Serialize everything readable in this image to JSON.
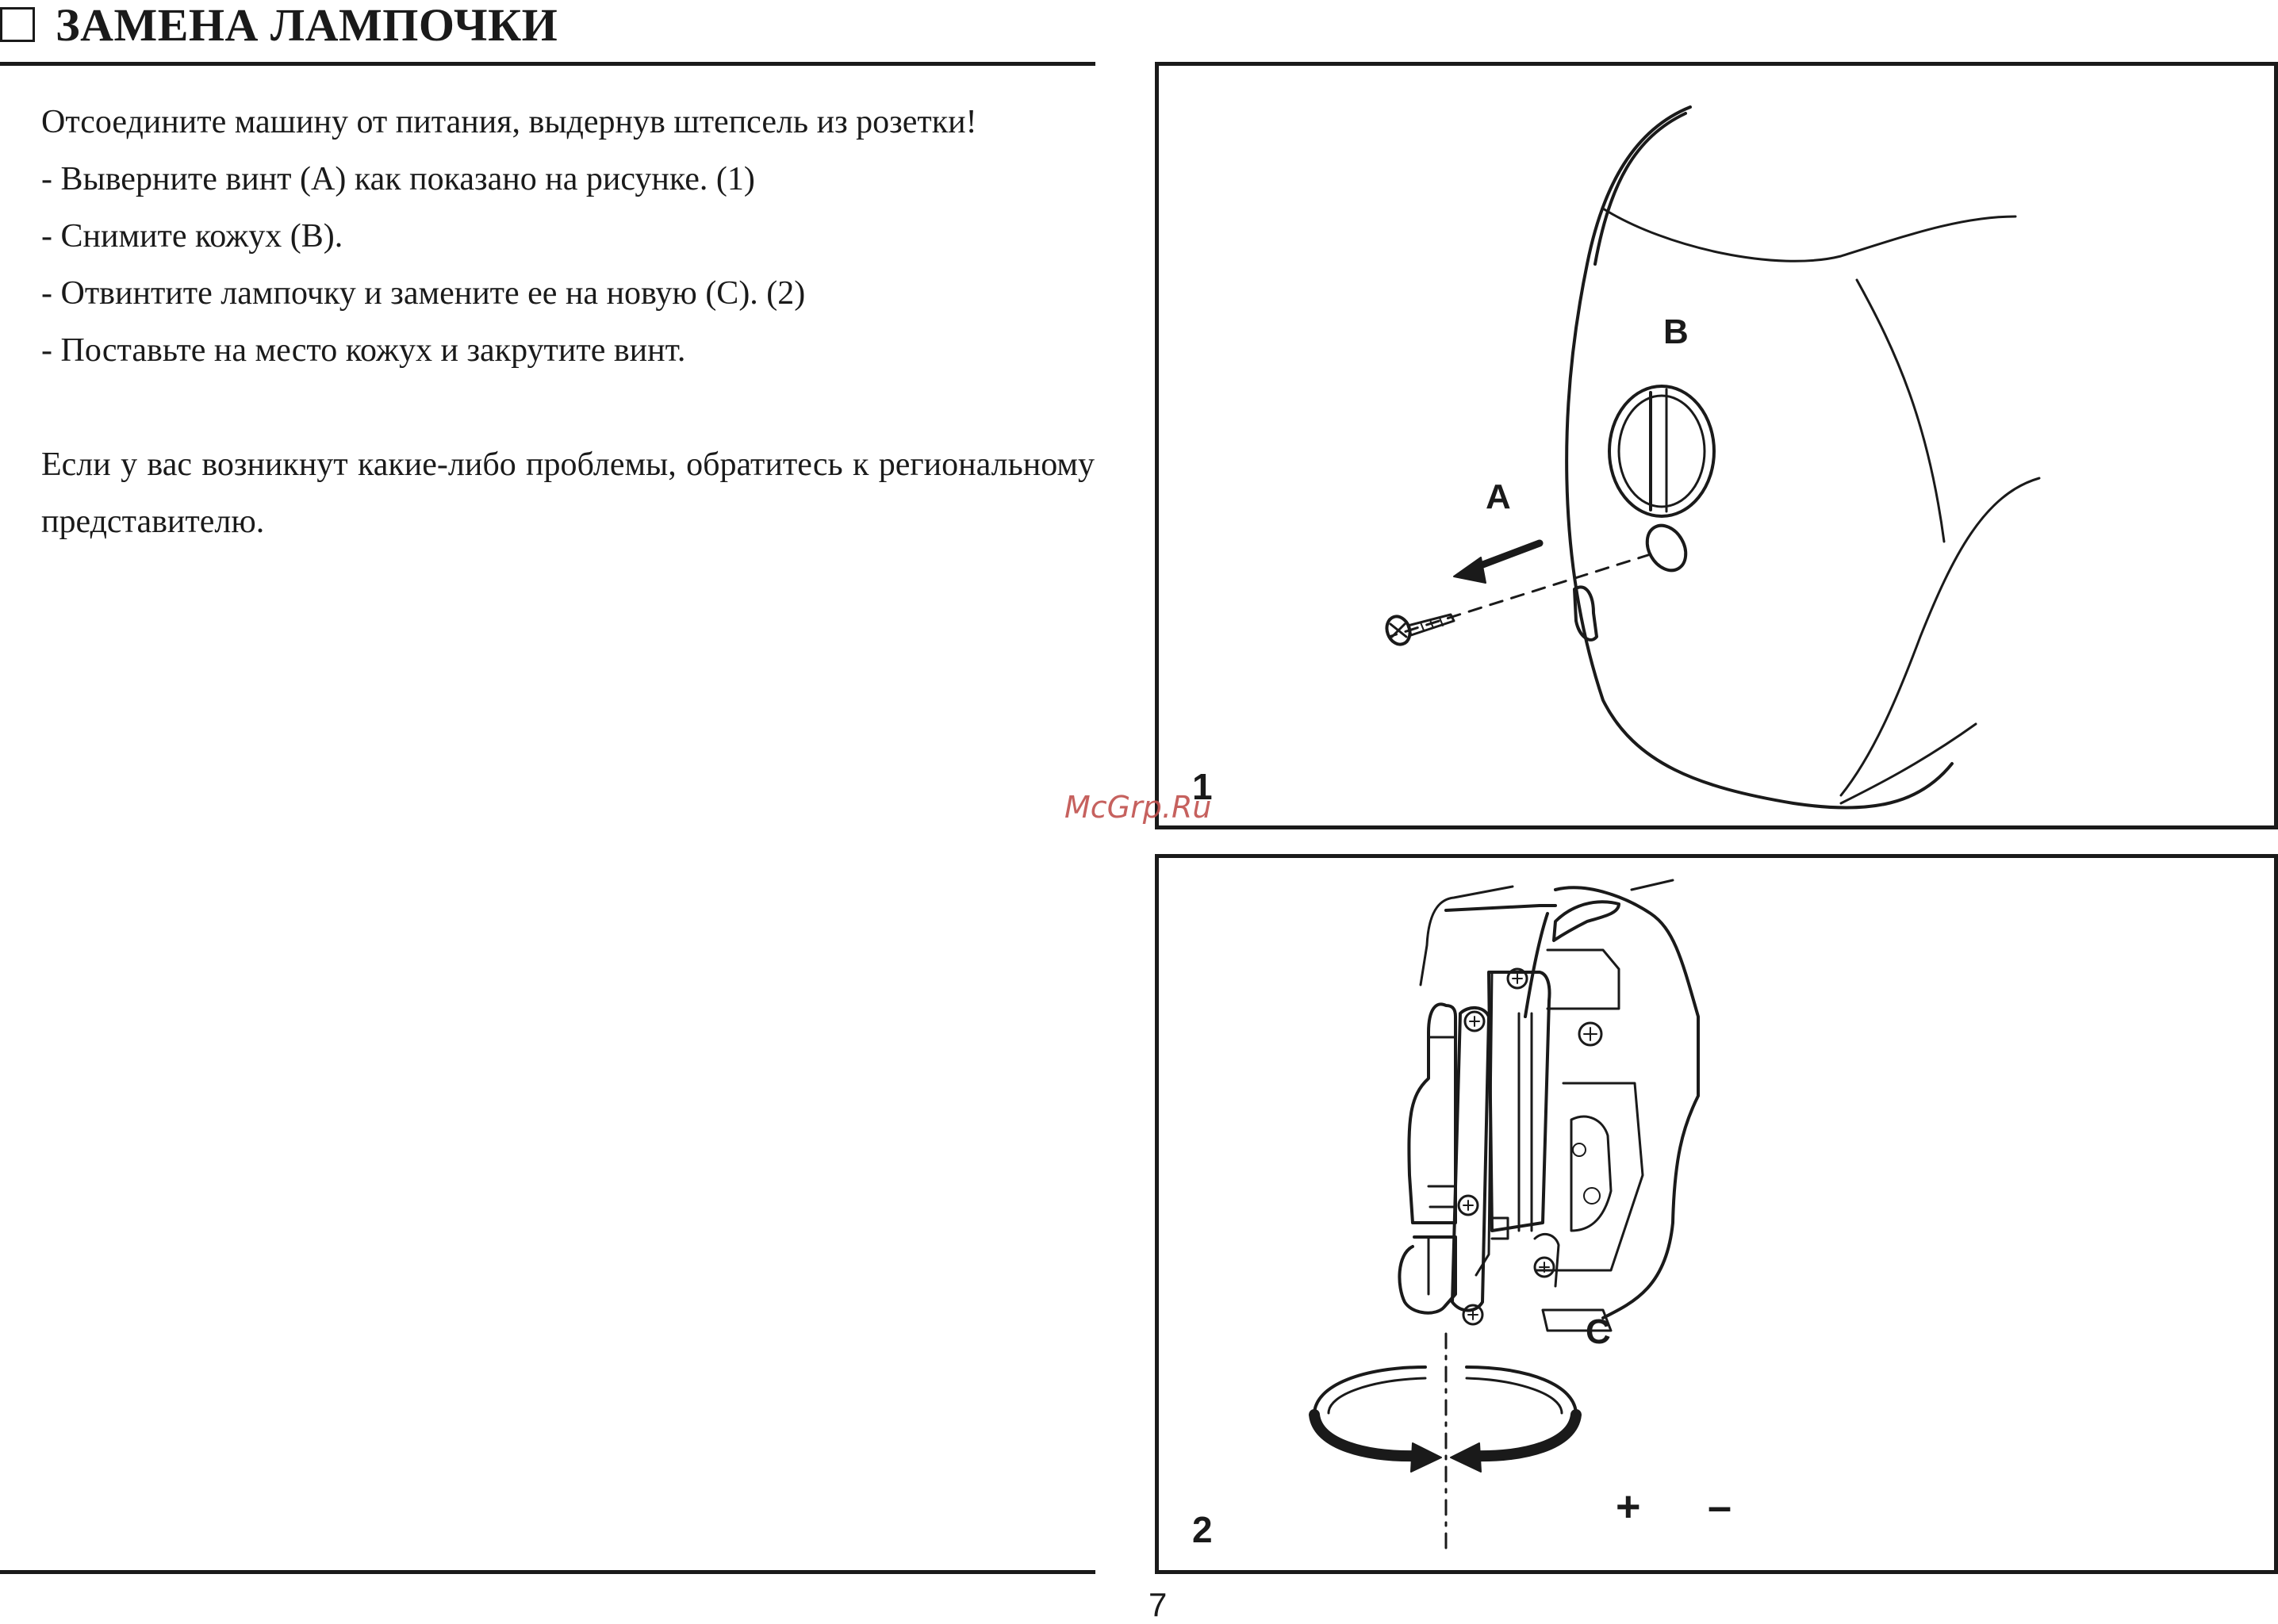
{
  "header": {
    "title": "ЗАМЕНА ЛАМПОЧКИ"
  },
  "instructions": {
    "intro": "Отсоедините машину от питания, выдернув штепсель из розетки!",
    "steps": [
      "- Выверните винт (А) как показано на рисунке. (1)",
      "- Снимите кожух (В).",
      "- Отвинтите лампочку и замените ее на новую (С). (2)",
      "- Поставьте на место кожух и закрутите винт."
    ],
    "closing": "Если у вас возникнут какие-либо проблемы, обратитесь к региональному представителю."
  },
  "figure1": {
    "number": "1",
    "labels": {
      "screw": "A",
      "cover": "B"
    }
  },
  "figure2": {
    "number": "2",
    "labels": {
      "bulb": "C",
      "plus": "+",
      "minus": "–"
    }
  },
  "watermark": "McGrp.Ru",
  "page_number": "7"
}
